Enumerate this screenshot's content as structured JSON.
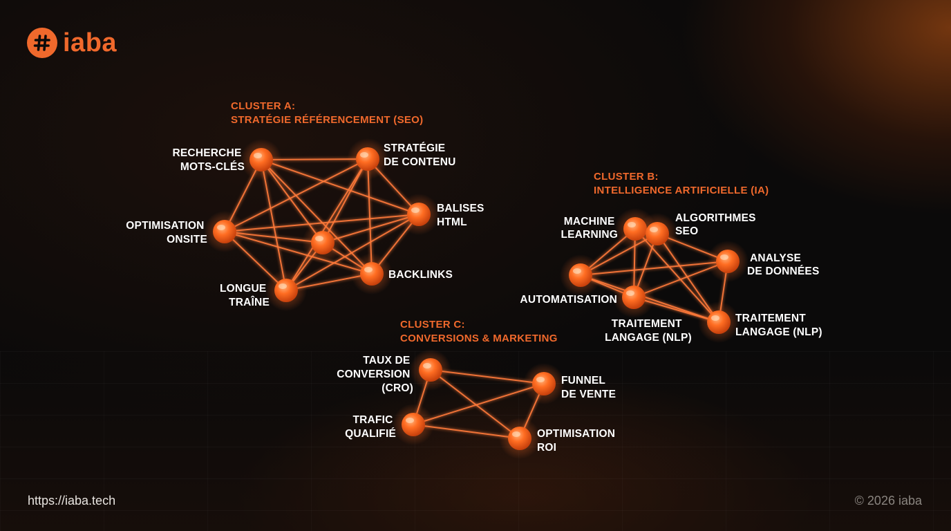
{
  "brand": {
    "logo_glyph": "#",
    "name": "iaba",
    "accent": "#f0692c"
  },
  "footer": {
    "url": "https://iaba.tech",
    "copyright": "© 2026 iaba"
  },
  "clusters": [
    {
      "id": "a",
      "title_lines": [
        "CLUSTER A:",
        "STRATÉGIE RÉFÉRENCEMENT (SEO)"
      ],
      "nodes": [
        {
          "id": "a1",
          "label_lines": [
            "RECHERCHE",
            "MOTS-CLÉS"
          ]
        },
        {
          "id": "a2",
          "label_lines": [
            "STRATÉGIE",
            "DE CONTENU"
          ]
        },
        {
          "id": "a3",
          "label_lines": [
            "BALISES",
            "HTML"
          ]
        },
        {
          "id": "a4",
          "label_lines": [
            "OPTIMISATION",
            "ONSITE"
          ]
        },
        {
          "id": "a5",
          "label_lines": []
        },
        {
          "id": "a6",
          "label_lines": [
            "BACKLINKS"
          ]
        },
        {
          "id": "a7",
          "label_lines": [
            "LONGUE",
            "TRAÎNE"
          ]
        }
      ],
      "edges": [
        [
          "a1",
          "a2"
        ],
        [
          "a1",
          "a4"
        ],
        [
          "a1",
          "a5"
        ],
        [
          "a1",
          "a6"
        ],
        [
          "a1",
          "a3"
        ],
        [
          "a1",
          "a7"
        ],
        [
          "a2",
          "a3"
        ],
        [
          "a2",
          "a4"
        ],
        [
          "a2",
          "a5"
        ],
        [
          "a2",
          "a6"
        ],
        [
          "a2",
          "a7"
        ],
        [
          "a3",
          "a4"
        ],
        [
          "a3",
          "a5"
        ],
        [
          "a3",
          "a6"
        ],
        [
          "a3",
          "a7"
        ],
        [
          "a4",
          "a5"
        ],
        [
          "a4",
          "a6"
        ],
        [
          "a4",
          "a7"
        ],
        [
          "a5",
          "a6"
        ],
        [
          "a5",
          "a7"
        ],
        [
          "a6",
          "a7"
        ]
      ]
    },
    {
      "id": "b",
      "title_lines": [
        "CLUSTER B:",
        "INTELLIGENCE ARTIFICIELLE (IA)"
      ],
      "nodes": [
        {
          "id": "b1",
          "label_lines": [
            "MACHINE",
            "LEARNING"
          ]
        },
        {
          "id": "b2",
          "label_lines": [
            "ALGORITHMES",
            "SEO"
          ]
        },
        {
          "id": "b3",
          "label_lines": [
            "ANALYSE",
            "DE DONNÉES"
          ]
        },
        {
          "id": "b4",
          "label_lines": []
        },
        {
          "id": "b5",
          "label_lines": [
            "AUTOMATISATION"
          ]
        },
        {
          "id": "b6",
          "label_lines": [
            "TRAITEMENT",
            "LANGAGE (NLP)"
          ]
        },
        {
          "id": "b7",
          "label_lines": [
            "TRAITEMENT",
            "LANGAGE (NLP)"
          ]
        }
      ],
      "edges": [
        [
          "b1",
          "b2"
        ],
        [
          "b1",
          "b4"
        ],
        [
          "b1",
          "b5"
        ],
        [
          "b1",
          "b7"
        ],
        [
          "b2",
          "b3"
        ],
        [
          "b2",
          "b4"
        ],
        [
          "b2",
          "b5"
        ],
        [
          "b2",
          "b7"
        ],
        [
          "b3",
          "b4"
        ],
        [
          "b3",
          "b5"
        ],
        [
          "b3",
          "b7"
        ],
        [
          "b4",
          "b5"
        ],
        [
          "b4",
          "b7"
        ],
        [
          "b5",
          "b7"
        ]
      ]
    },
    {
      "id": "c",
      "title_lines": [
        "CLUSTER C:",
        "CONVERSIONS & MARKETING"
      ],
      "nodes": [
        {
          "id": "c1",
          "label_lines": [
            "TAUX DE",
            "CONVERSION",
            "(CRO)"
          ]
        },
        {
          "id": "c2",
          "label_lines": [
            "FUNNEL",
            "DE VENTE"
          ]
        },
        {
          "id": "c3",
          "label_lines": [
            "TRAFIC",
            "QUALIFIÉ"
          ]
        },
        {
          "id": "c4",
          "label_lines": [
            "OPTIMISATION",
            "ROI"
          ]
        }
      ],
      "edges": [
        [
          "c1",
          "c2"
        ],
        [
          "c1",
          "c3"
        ],
        [
          "c1",
          "c4"
        ],
        [
          "c2",
          "c3"
        ],
        [
          "c2",
          "c4"
        ],
        [
          "c3",
          "c4"
        ]
      ]
    }
  ]
}
